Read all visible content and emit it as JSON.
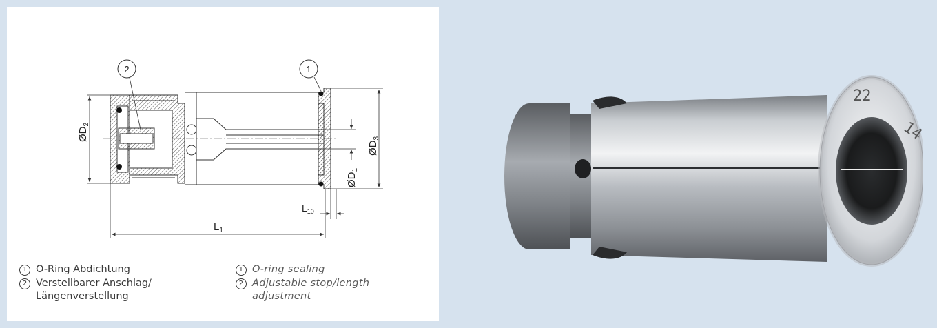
{
  "drawing": {
    "callouts": [
      "2",
      "1"
    ],
    "dimensions": {
      "d2": "ØD",
      "d2_sub": "2",
      "d3": "ØD",
      "d3_sub": "3",
      "d1": "ØD",
      "d1_sub": "1",
      "l1": "L",
      "l1_sub": "1",
      "l10": "L",
      "l10_sub": "10"
    }
  },
  "legend_de": [
    {
      "num": "1",
      "text": "O-Ring Abdichtung"
    },
    {
      "num": "2",
      "text": "Verstellbarer Anschlag/",
      "text2": "Längenverstellung"
    }
  ],
  "legend_en": [
    {
      "num": "1",
      "text": "O-ring sealing"
    },
    {
      "num": "2",
      "text": "Adjustable stop/length",
      "text2": "adjustment"
    }
  ],
  "photo": {
    "engraving_size": "22",
    "engraving_bore": "14"
  }
}
